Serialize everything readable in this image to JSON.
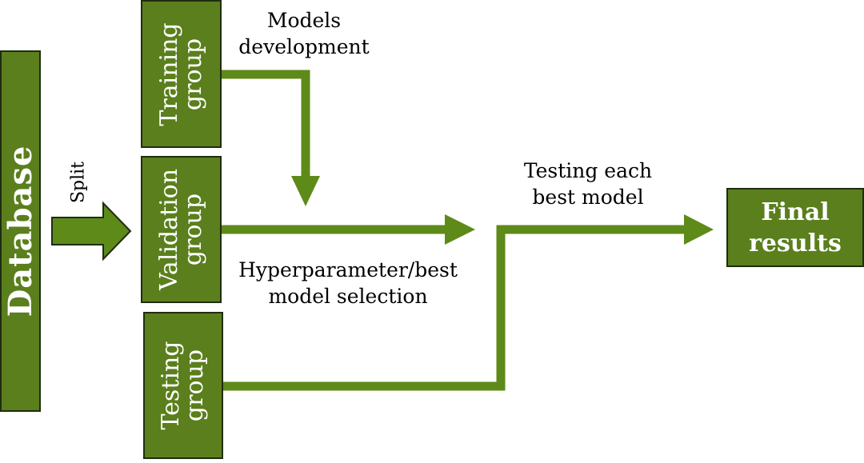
{
  "colors": {
    "box_fill": "#5a7f1c",
    "arrow": "#5d8a19",
    "box_border": "#1f2d10",
    "text_on_box": "#ffffff",
    "label_text": "#000000"
  },
  "nodes": {
    "database": "Database",
    "training_line1": "Training",
    "training_line2": "group",
    "validation_line1": "Validation",
    "validation_line2": "group",
    "testing_line1": "Testing",
    "testing_line2": "group",
    "final_line1": "Final",
    "final_line2": "results"
  },
  "labels": {
    "split": "Split",
    "models_line1": "Models",
    "models_line2": "development",
    "hyper_line1": "Hyperparameter/best",
    "hyper_line2": "model selection",
    "testing_line1": "Testing each",
    "testing_line2": "best model"
  },
  "icons": {
    "split_arrow": "block-arrow-right",
    "flow_arrows": "arrow-head"
  }
}
